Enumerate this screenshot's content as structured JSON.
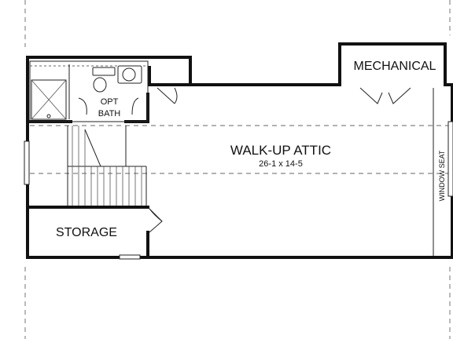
{
  "rooms": {
    "mechanical": "MECHANICAL",
    "opt_bath_line1": "OPT",
    "opt_bath_line2": "BATH",
    "attic": "WALK-UP ATTIC",
    "attic_dims": "26-1 x 14-5",
    "window_seat": "WINDOW SEAT",
    "storage": "STORAGE"
  }
}
